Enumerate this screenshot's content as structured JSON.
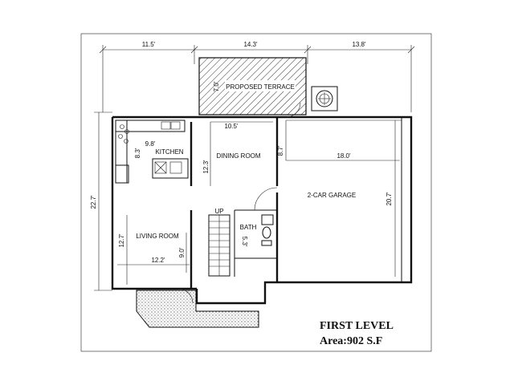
{
  "plan": {
    "dimensions": {
      "top_left": "11.5'",
      "top_middle": "14.3'",
      "top_right": "13.8'",
      "overall_left": "22.7'",
      "terrace_depth": "7.0'",
      "dining_width": "10.5'",
      "kitchen_width": "9.8'",
      "kitchen_depth": "8.3'",
      "dining_depth": "12.3'",
      "garage_upper": "8.7'",
      "garage_width": "18.0'",
      "garage_depth": "20.7'",
      "living_depth": "12.7'",
      "living_lower": "9.0'",
      "living_width": "12.2'",
      "bath_depth": "5.3'"
    },
    "rooms": {
      "terrace": "PROPOSED TERRACE",
      "kitchen": "KITCHEN",
      "dining": "DINING ROOM",
      "garage": "2-CAR GARAGE",
      "living": "LIVING ROOM",
      "bath": "BATH",
      "stair_up": "UP"
    },
    "caption": {
      "level": "FIRST LEVEL",
      "area": "Area:902 S.F"
    }
  }
}
